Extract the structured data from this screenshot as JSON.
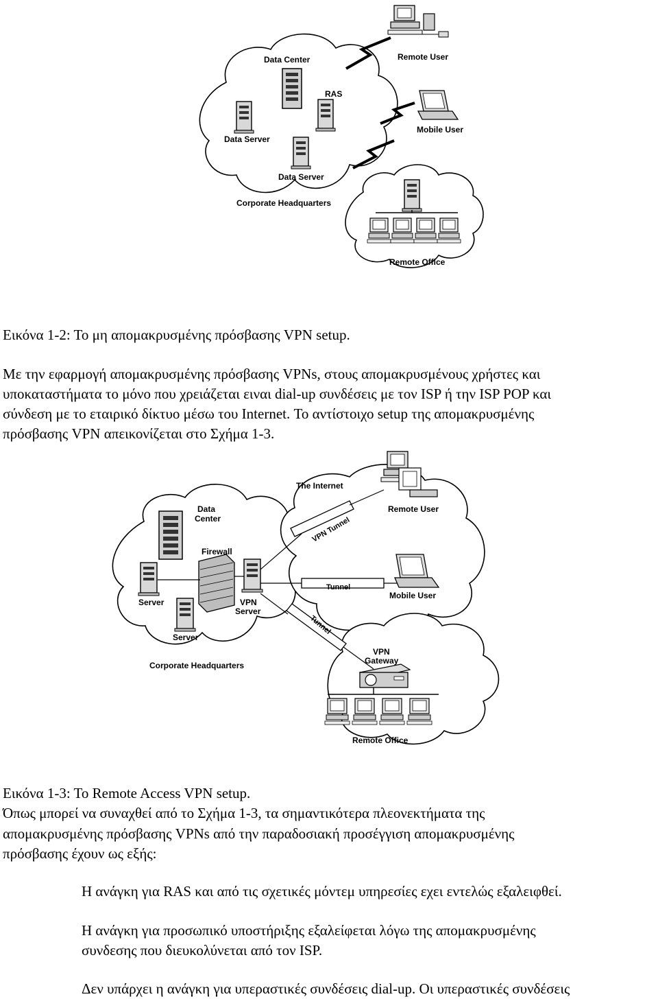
{
  "figure1": {
    "labels": {
      "data_center": "Data Center",
      "ras": "RAS",
      "data_server_1": "Data Server",
      "data_server_2": "Data Server",
      "corporate_hq": "Corporate Headquarters",
      "remote_user": "Remote User",
      "mobile_user": "Mobile User",
      "remote_office": "Remote Office"
    },
    "caption": "Εικόνα 1-2: Το μη απομακρυσμένης πρόσβασης VPN setup."
  },
  "paragraph1": {
    "lines": [
      "Με την εφαρμογή απομακρυσμένης πρόσβασης VPNs, στους απομακρυσμένους χρήστες και",
      "υποκαταστήματα το μόνο που χρειάζεται ειναι dial-up συνδέσεις με τον ISP ή την ISP POP  και",
      "σύνδεση με το εταιρικό δίκτυο μέσω του Internet. Το αντίστοιχο setup της απομακρυσμένης",
      "πρόσβασης VPN απεικονίζεται στο Σχήμα 1-3."
    ]
  },
  "figure2": {
    "labels": {
      "the_internet": "The Internet",
      "remote_user": "Remote User",
      "data_center_1": "Data",
      "data_center_2": "Center",
      "firewall": "Firewall",
      "vpn_tunnel": "VPN Tunnel",
      "tunnel_mid": "Tunnel",
      "tunnel_low": "Tunnel",
      "server_1": "Server",
      "server_2": "Server",
      "vpn_server_1": "VPN",
      "vpn_server_2": "Server",
      "mobile_user": "Mobile User",
      "corporate_hq": "Corporate Headquarters",
      "vpn_gateway_1": "VPN",
      "vpn_gateway_2": "Gateway",
      "remote_office": "Remote Office"
    },
    "caption": "Εικόνα 1-3: Το Remote Access VPN setup."
  },
  "paragraph2": {
    "lines": [
      "Όπως μπορεί να συναχθεί από το Σχήμα 1-3, τα σημαντικότερα πλεονεκτήματα της",
      "απομακρυσμένης πρόσβασης VPNs  από την παραδοσιακή προσέγγιση απομακρυσμένης",
      "πρόσβασης έχουν ως εξής:"
    ]
  },
  "bullets": [
    {
      "lines": [
        "Η ανάγκη για RAS και από τις σχετικές μόντεμ υπηρεσίες εχει εντελώς εξαλειφθεί."
      ]
    },
    {
      "lines": [
        "Η ανάγκη για προσωπικό υποστήριξης εξαλείφεται λόγω της απομακρυσμένης",
        "συνδεσης που διευκολύνεται από τον ISP."
      ]
    },
    {
      "lines": [
        "Δεν υπάρχει η ανάγκη για υπεραστικές συνδέσεις dial-up.  Οι υπεραστικές συνδέσεις"
      ]
    }
  ]
}
